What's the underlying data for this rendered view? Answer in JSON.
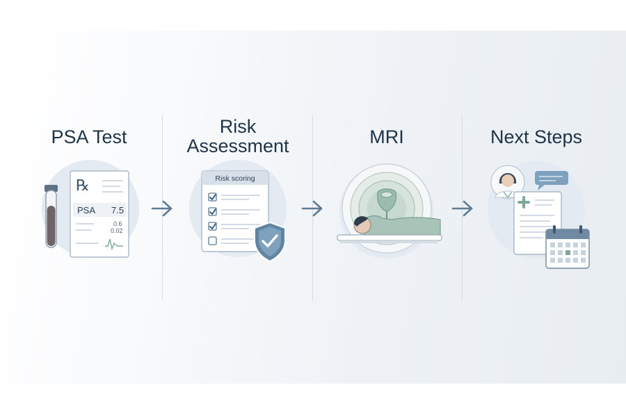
{
  "steps": [
    {
      "title": "PSA Test",
      "rx_symbol": "℞",
      "psa_label": "PSA",
      "psa_value": "7.5",
      "sub_value_1": "0.6",
      "sub_value_2": "0.02"
    },
    {
      "title": "Risk Assessment",
      "title_line1": "Risk",
      "title_line2": "Assessment",
      "card_header": "Risk scoring",
      "checklist": [
        true,
        true,
        true,
        false
      ]
    },
    {
      "title": "MRI"
    },
    {
      "title": "Next Steps"
    }
  ],
  "icons": {
    "step1": "lab-report-icon",
    "step2": "risk-checklist-icon",
    "step3": "mri-scanner-icon",
    "step4": "doctor-plan-calendar-icon",
    "arrow": "arrow-right-icon"
  },
  "colors": {
    "title_text": "#1f3347",
    "icon_circle": "#e4eaf1",
    "arrow": "#5f7b93",
    "accent_green": "#7fa89a",
    "shield_blue": "#5f85a3",
    "tube_dark": "#6e6468"
  }
}
